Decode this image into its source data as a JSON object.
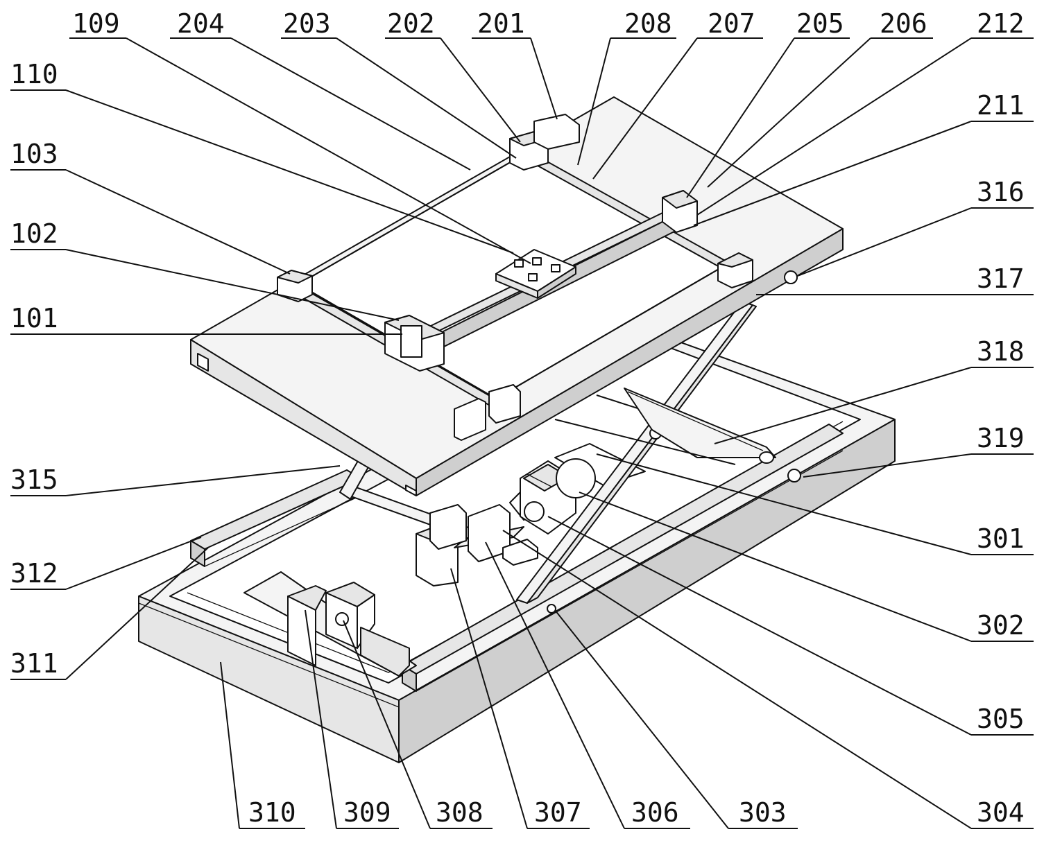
{
  "figure": {
    "labels": [
      {
        "id": "109",
        "text": "109"
      },
      {
        "id": "204",
        "text": "204"
      },
      {
        "id": "203",
        "text": "203"
      },
      {
        "id": "202",
        "text": "202"
      },
      {
        "id": "201",
        "text": "201"
      },
      {
        "id": "208",
        "text": "208"
      },
      {
        "id": "207",
        "text": "207"
      },
      {
        "id": "205",
        "text": "205"
      },
      {
        "id": "206",
        "text": "206"
      },
      {
        "id": "212",
        "text": "212"
      },
      {
        "id": "110",
        "text": "110"
      },
      {
        "id": "211",
        "text": "211"
      },
      {
        "id": "103",
        "text": "103"
      },
      {
        "id": "316",
        "text": "316"
      },
      {
        "id": "102",
        "text": "102"
      },
      {
        "id": "317",
        "text": "317"
      },
      {
        "id": "101",
        "text": "101"
      },
      {
        "id": "318",
        "text": "318"
      },
      {
        "id": "319",
        "text": "319"
      },
      {
        "id": "315",
        "text": "315"
      },
      {
        "id": "301",
        "text": "301"
      },
      {
        "id": "312",
        "text": "312"
      },
      {
        "id": "302",
        "text": "302"
      },
      {
        "id": "311",
        "text": "311"
      },
      {
        "id": "305",
        "text": "305"
      },
      {
        "id": "304",
        "text": "304"
      },
      {
        "id": "310",
        "text": "310"
      },
      {
        "id": "309",
        "text": "309"
      },
      {
        "id": "308",
        "text": "308"
      },
      {
        "id": "307",
        "text": "307"
      },
      {
        "id": "306",
        "text": "306"
      },
      {
        "id": "303",
        "text": "303"
      }
    ]
  }
}
